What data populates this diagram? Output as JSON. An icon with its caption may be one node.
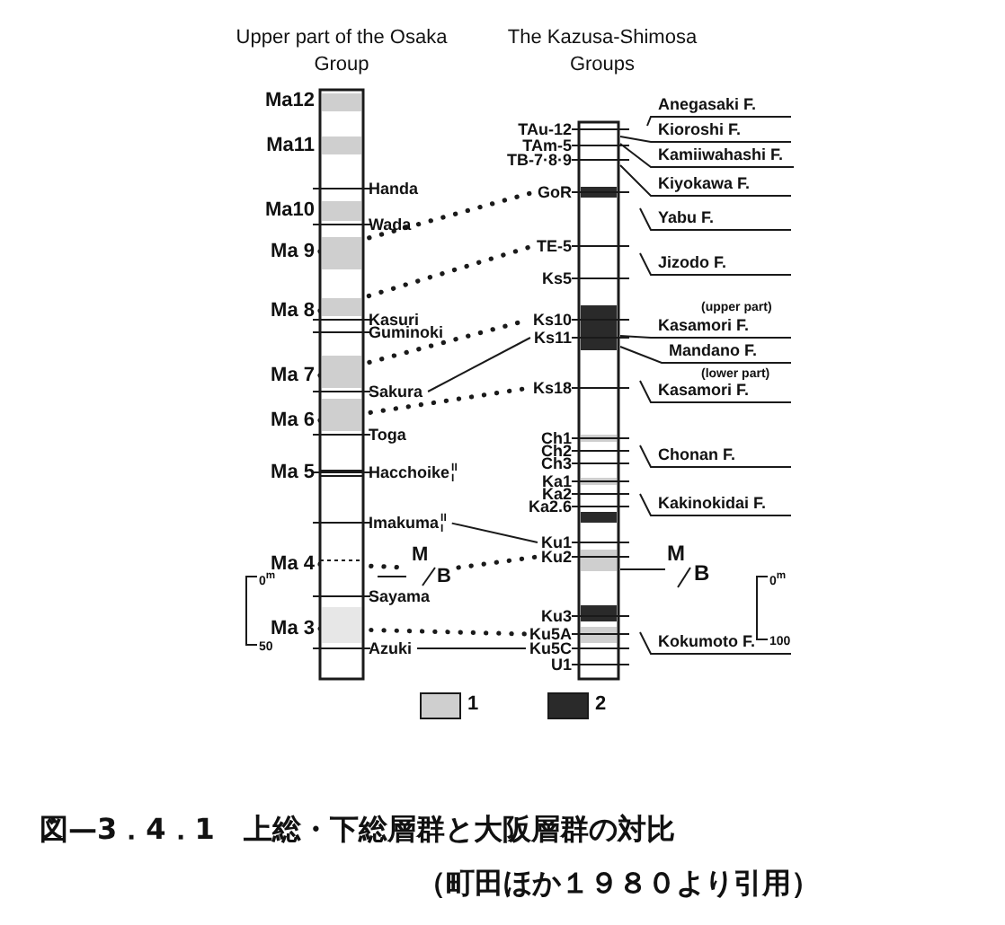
{
  "diagram": {
    "title": "図—3．4．1　上総・下総層群と大阪層群の対比",
    "caption": "（町田ほか１９８０より引用）",
    "nodes": [
      {
        "text": [
          "Ma12"
        ]
      },
      {
        "text": [
          "Ma11"
        ]
      },
      {
        "text": [
          "Handa"
        ]
      },
      {
        "text": [
          "Ma10"
        ]
      },
      {
        "text": [
          "Wada"
        ]
      },
      {
        "text": [
          "Ma 9"
        ]
      },
      {
        "text": [
          "Ma 8"
        ]
      },
      {
        "text": [
          "Kasuri"
        ]
      },
      {
        "text": [
          "Guminoki"
        ]
      },
      {
        "text": [
          "Ma 7"
        ]
      },
      {
        "text": [
          "Sakura"
        ]
      },
      {
        "text": [
          "Ma 6"
        ]
      },
      {
        "text": [
          "Toga"
        ]
      },
      {
        "text": [
          "Ma 5"
        ]
      },
      {
        "text": [
          "Hacchoike"
        ],
        "beside": [
          "II",
          "I"
        ]
      },
      {
        "text": [
          "Imakuma"
        ],
        "beside": [
          "II",
          "I"
        ]
      },
      {
        "text": [
          "Ma 4"
        ]
      },
      {
        "text": [
          "M",
          "B"
        ]
      },
      {
        "text": [
          "Sayama"
        ]
      },
      {
        "text": [
          "Ma 3"
        ]
      },
      {
        "text": [
          "Azuki"
        ]
      },
      {
        "text": [
          "TAu-12"
        ]
      },
      {
        "text": [
          "TAm-5"
        ]
      },
      {
        "text": [
          "TB-7·8·9"
        ]
      },
      {
        "text": [
          "GoR"
        ]
      },
      {
        "text": [
          "TE-5"
        ]
      },
      {
        "text": [
          "Ks5"
        ]
      },
      {
        "text": [
          "Ks10"
        ]
      },
      {
        "text": [
          "Ks11"
        ]
      },
      {
        "text": [
          "Ks18"
        ]
      },
      {
        "text": [
          "Ch1"
        ]
      },
      {
        "text": [
          "Ch2"
        ]
      },
      {
        "text": [
          "Ch3"
        ]
      },
      {
        "text": [
          "Ka1"
        ]
      },
      {
        "text": [
          "Ka2"
        ]
      },
      {
        "text": [
          "Ka2.6"
        ]
      },
      {
        "text": [
          "Ku1"
        ]
      },
      {
        "text": [
          "Ku2"
        ]
      },
      {
        "text": [
          "Ku3"
        ]
      },
      {
        "text": [
          "Ku5A"
        ]
      },
      {
        "text": [
          "Ku5C"
        ]
      },
      {
        "text": [
          "U1"
        ]
      }
    ],
    "edges": [
      {
        "from": 5,
        "to": 24,
        "arrow": "none",
        "style": "dashed"
      },
      {
        "from": 6,
        "to": 25,
        "arrow": "none",
        "style": "dashed"
      },
      {
        "from": 9,
        "to": 27,
        "arrow": "none",
        "style": "dashed"
      },
      {
        "from": 10,
        "to": 28,
        "arrow": "none"
      },
      {
        "from": 11,
        "to": 29,
        "arrow": "none",
        "style": "dashed"
      },
      {
        "from": 15,
        "to": 36,
        "arrow": "none"
      },
      {
        "from": 16,
        "to": 17,
        "arrow": "none",
        "style": "dashed"
      },
      {
        "from": 17,
        "to": 37,
        "arrow": "none",
        "style": "dashed"
      },
      {
        "from": 19,
        "to": 39,
        "arrow": "none",
        "style": "dashed"
      },
      {
        "from": 20,
        "to": 40,
        "arrow": "none"
      }
    ],
    "labels": [
      "Upper part of the Osaka Group",
      "The Kazusa-Shimosa Groups",
      "Anegasaki F.",
      "Kioroshi F.",
      "Kamiiwahashi F.",
      "Kiyokawa F.",
      "Yabu F.",
      "Jizodo F.",
      "(upper part)",
      "Kasamori F.",
      "Mandano F.",
      "(lower part)",
      "Kasamori F.",
      "Chonan F.",
      "Kakinokidai F.",
      "M",
      "B",
      "Kokumoto F.",
      "0$^{m}$",
      "50",
      "0$^{m}$",
      "100"
    ],
    "legend": [
      {
        "text": "1",
        "color": "#cfcfcf"
      },
      {
        "text": "2",
        "color": "#2a2a2a"
      }
    ]
  }
}
